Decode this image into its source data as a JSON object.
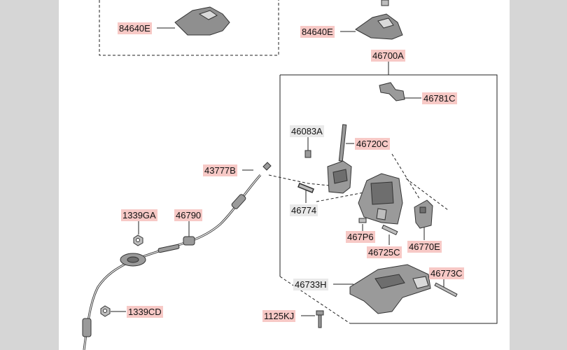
{
  "colors": {
    "page_margin": "#d6d6d6",
    "sheet": "#ffffff",
    "label_highlight": "#f7c9c6",
    "label_plain": "#e9e9e9",
    "line": "#222222",
    "part_fill": "#9a9a9a",
    "part_dark": "#6e6e6e"
  },
  "labels": {
    "p84640e_left": "84640E",
    "p84640e_right": "84640E",
    "p46700a": "46700A",
    "p46781c": "46781C",
    "p46083a": "46083A",
    "p46720c": "46720C",
    "p43777b": "43777B",
    "p46774": "46774",
    "p1339ga": "1339GA",
    "p46790": "46790",
    "p467p6": "467P6",
    "p46725c": "46725C",
    "p46770e": "46770E",
    "p46733h": "46733H",
    "p46773c": "46773C",
    "p1339cd": "1339CD",
    "p1125kj": "1125KJ"
  }
}
